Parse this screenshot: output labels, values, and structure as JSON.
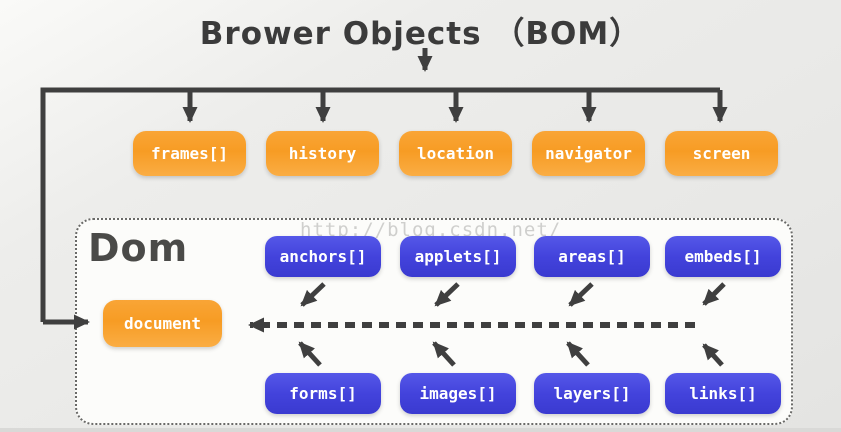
{
  "title": "Brower Objects （BOM）",
  "bom_objects": [
    "frames[]",
    "history",
    "location",
    "navigator",
    "screen"
  ],
  "dom_section": {
    "label": "Dom",
    "watermark": "http://blog.csdn.net/",
    "document_label": "document",
    "top_collections": [
      "anchors[]",
      "applets[]",
      "areas[]",
      "embeds[]"
    ],
    "bottom_collections": [
      "forms[]",
      "images[]",
      "layers[]",
      "links[]"
    ]
  },
  "colors": {
    "bom_box": "#f79c24",
    "dom_box": "#4343dc",
    "arrow": "#3f3f3f",
    "background": "#e8e8e6",
    "panel": "#fcfcfa"
  }
}
